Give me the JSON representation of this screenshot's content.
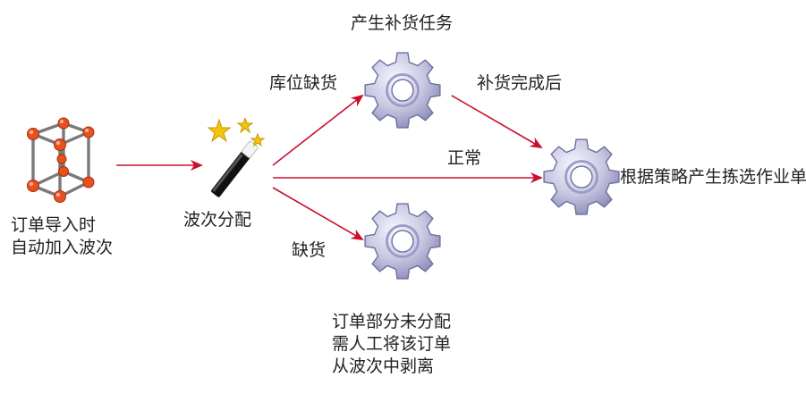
{
  "nodes": {
    "order_import": {
      "lines": [
        "订单导入时",
        "自动加入波次"
      ],
      "icon": "molecule-cube-icon"
    },
    "wave_allocation": {
      "label": "波次分配",
      "icon": "magic-wand-icon"
    },
    "replenishment_task": {
      "label": "产生补货任务",
      "icon": "gear-icon"
    },
    "picking_order": {
      "label": "根据策略产生拣选作业单",
      "icon": "gear-icon"
    },
    "shortage": {
      "lines": [
        "订单部分未分配",
        "需人工将该订单",
        "从波次中剥离"
      ],
      "icon": "gear-icon"
    }
  },
  "edges": {
    "location_shortage": "库位缺货",
    "after_replenishment": "补货完成后",
    "normal": "正常",
    "shortage": "缺货"
  },
  "colors": {
    "arrow": "#c8102e",
    "gear_light": "#e4e4f2",
    "gear_dark": "#8a8ab8",
    "node_orange": "#e8501e",
    "star_yellow": "#f2c40c"
  }
}
